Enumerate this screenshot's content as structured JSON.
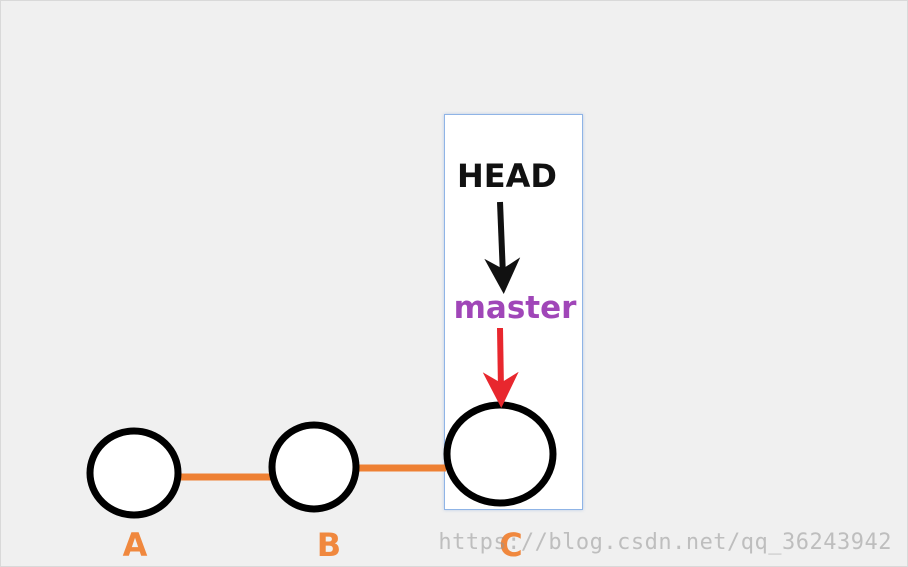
{
  "colors": {
    "edge": "#ee8033",
    "commit_label": "#f0883e",
    "head_label": "#111111",
    "master_label": "#a046b8",
    "head_arrow": "#111111",
    "master_arrow": "#e8272e",
    "highlight_bg": "#ffffff",
    "highlight_border": "#8fb4e6"
  },
  "commits": [
    {
      "id": "A",
      "label": "A"
    },
    {
      "id": "B",
      "label": "B"
    },
    {
      "id": "C",
      "label": "C"
    }
  ],
  "edges": [
    {
      "from": "A",
      "to": "B"
    },
    {
      "from": "B",
      "to": "C"
    }
  ],
  "refs": {
    "head": {
      "label": "HEAD",
      "points_to": "master"
    },
    "master": {
      "label": "master",
      "points_to": "C"
    }
  },
  "watermark": "https://blog.csdn.net/qq_36243942"
}
